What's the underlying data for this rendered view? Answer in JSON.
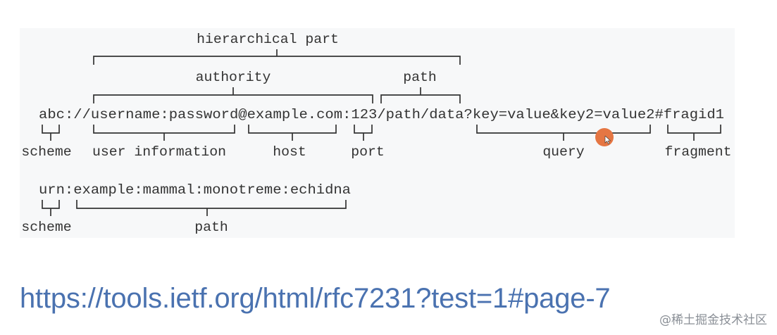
{
  "diagram": {
    "example1": {
      "uri": "abc://username:password@example.com:123/path/data?key=value&key2=value2#fragid1",
      "labels": {
        "hierarchical_part": "hierarchical part",
        "authority": "authority",
        "path": "path",
        "scheme": "scheme",
        "user_information": "user information",
        "host": "host",
        "port": "port",
        "query": "query",
        "fragment": "fragment"
      }
    },
    "example2": {
      "uri": "urn:example:mammal:monotreme:echidna",
      "labels": {
        "scheme": "scheme",
        "path": "path"
      }
    }
  },
  "link": {
    "text": "https://tools.ietf.org/html/rfc7231?test=1#page-7"
  },
  "watermark": {
    "text": "@稀土掘金技术社区"
  },
  "colors": {
    "panel_background": "#f7f8f9",
    "diagram_text": "#333333",
    "link": "#4a72b0",
    "cursor": "#e57643",
    "watermark": "#8a8f96"
  }
}
